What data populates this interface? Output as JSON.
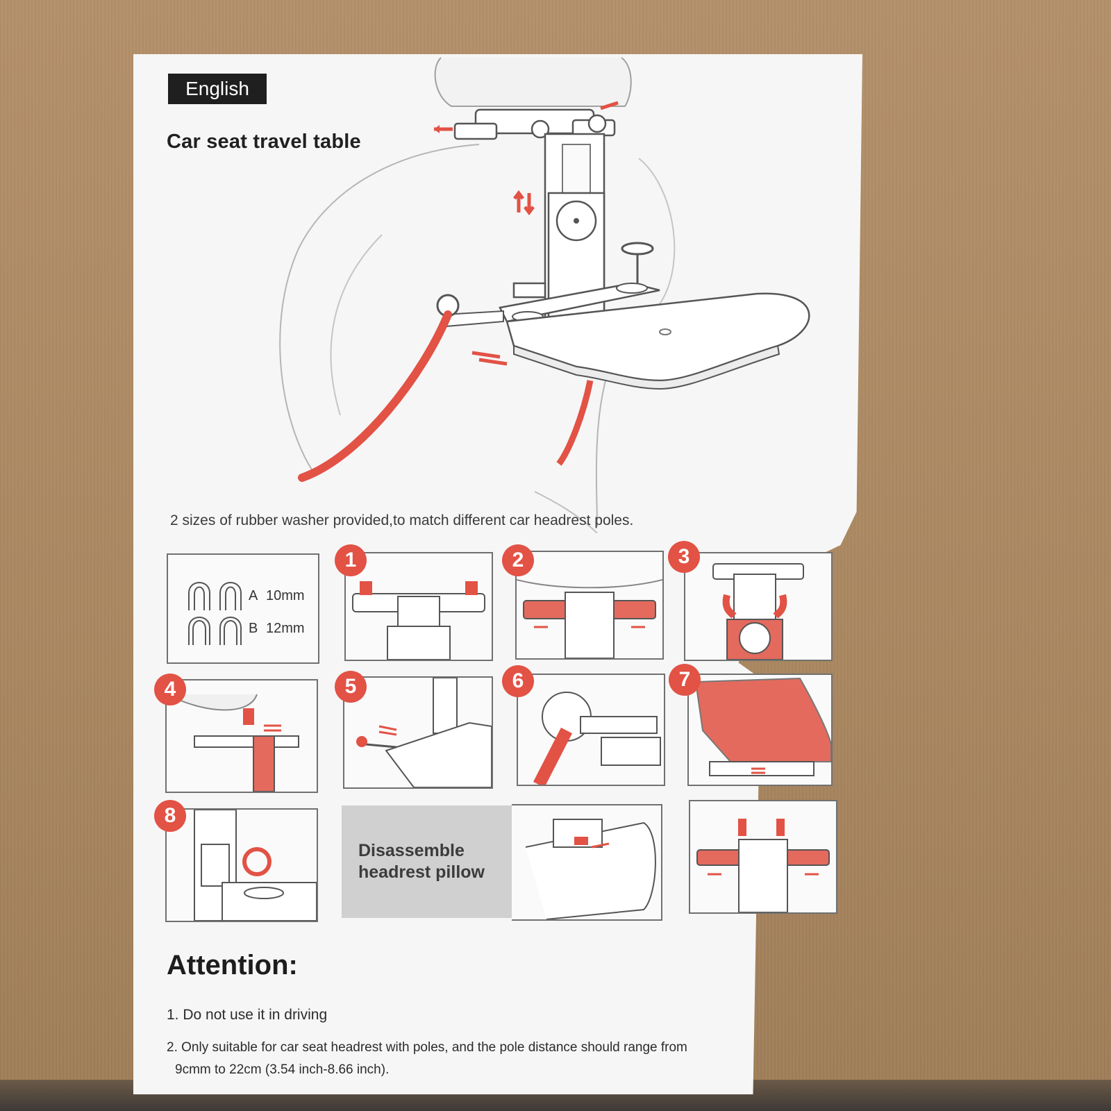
{
  "document": {
    "language_label": "English",
    "title": "Car seat travel table",
    "washer_note": "2 sizes of rubber washer provided,to match different car headrest poles."
  },
  "washers": [
    {
      "letter": "A",
      "size": "10mm"
    },
    {
      "letter": "B",
      "size": "12mm"
    }
  ],
  "steps": [
    "1",
    "2",
    "3",
    "4",
    "5",
    "6",
    "7",
    "8"
  ],
  "disassemble_panel": {
    "line1": "Disassemble",
    "line2": "headrest pillow"
  },
  "attention": {
    "heading": "Attention:",
    "note1": "1. Do not use it in driving",
    "note2_line1": "2. Only suitable for car seat headrest with poles, and the pole distance should range from",
    "note2_line2": "9cmm to 22cm (3.54 inch-8.66 inch)."
  },
  "colors": {
    "accent_red": "#e25245",
    "paper": "#f6f6f6",
    "cardboard": "#b08e65",
    "badge_dark": "#1f1f1f"
  }
}
